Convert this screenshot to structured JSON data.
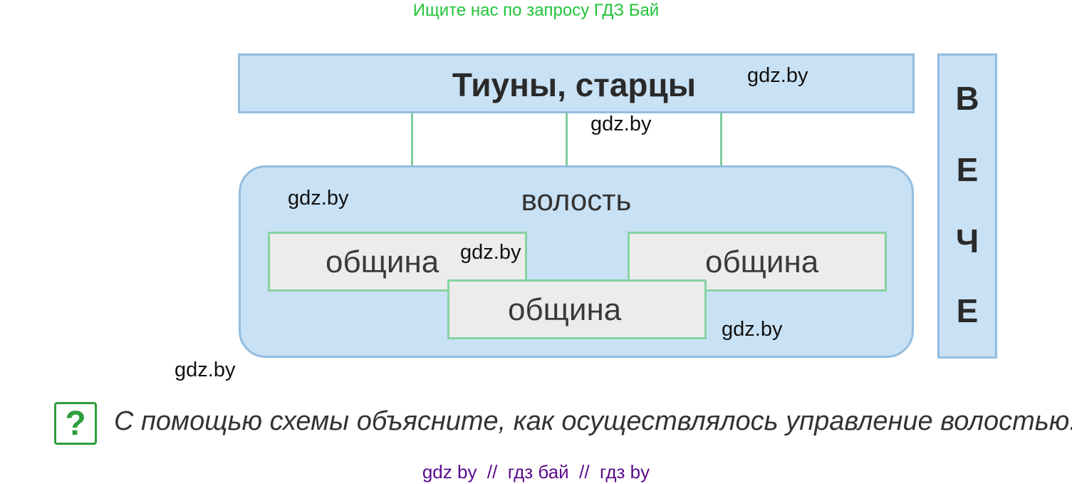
{
  "banner": {
    "text": "Ищите нас по запросу ГДЗ Бай",
    "color": "#22c33a"
  },
  "diagram": {
    "top_box": {
      "label": "Тиуны, старцы"
    },
    "side_box": {
      "letters": [
        "В",
        "Е",
        "Ч",
        "Е"
      ]
    },
    "volost": {
      "label": "волость"
    },
    "communities": [
      {
        "label": "община"
      },
      {
        "label": "община"
      },
      {
        "label": "община"
      }
    ],
    "colors": {
      "box_fill": "#c9e1f4",
      "box_border": "#93bde0",
      "community_fill": "#ececec",
      "community_border": "#86d3a2",
      "connector": "#7fcb9f"
    }
  },
  "watermarks": [
    "gdz.by",
    "gdz.by",
    "gdz.by",
    "gdz.by",
    "gdz.by",
    "gdz.by"
  ],
  "question": {
    "icon": "question-mark-icon",
    "text": "С помощью схемы объясните, как осуществлялось управление волостью."
  },
  "footer": {
    "text": "gdz by  //  гдз бай  //  гдз by",
    "color": "#5a0b8c"
  }
}
